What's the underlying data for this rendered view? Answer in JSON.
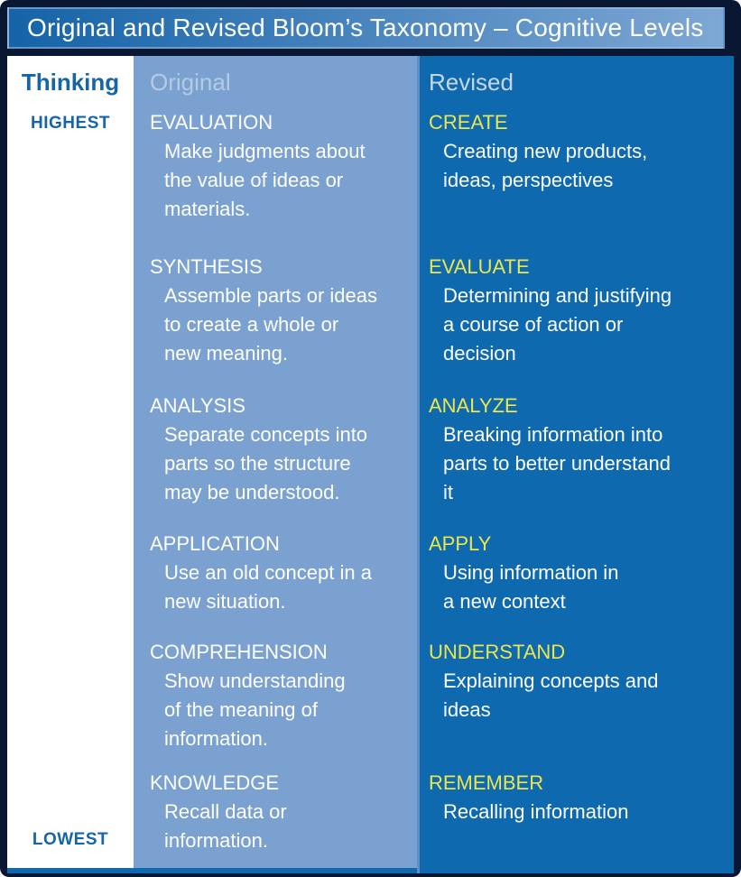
{
  "title": "Original and Revised Bloom’s Taxonomy – Cognitive Levels",
  "thinking": {
    "header": "Thinking",
    "top_label": "HIGHEST",
    "bottom_label": "LOWEST"
  },
  "original": {
    "header": "Original",
    "levels": [
      {
        "name": "EVALUATION",
        "description": "Make judgments about\nthe value of ideas or\nmaterials."
      },
      {
        "name": "SYNTHESIS",
        "description": "Assemble parts or ideas\nto create a whole or\nnew meaning."
      },
      {
        "name": "ANALYSIS",
        "description": "Separate concepts into\nparts so the structure\nmay be understood."
      },
      {
        "name": "APPLICATION",
        "description": "Use an old concept in a\nnew situation."
      },
      {
        "name": "COMPREHENSION",
        "description": "Show understanding\nof the meaning of\ninformation."
      },
      {
        "name": "KNOWLEDGE",
        "description": "Recall data or\ninformation."
      }
    ]
  },
  "revised": {
    "header": "Revised",
    "levels": [
      {
        "name": "CREATE",
        "description": "Creating new products,\nideas, perspectives"
      },
      {
        "name": "EVALUATE",
        "description": "Determining and justifying\na course of action or\ndecision"
      },
      {
        "name": "ANALYZE",
        "description": "Breaking information into\nparts to better understand\nit"
      },
      {
        "name": "APPLY",
        "description": "Using information in\na new context"
      },
      {
        "name": "UNDERSTAND",
        "description": "Explaining concepts and\nideas"
      },
      {
        "name": "REMEMBER",
        "description": "Recalling information"
      }
    ]
  },
  "colors": {
    "border_navy": "#0a1733",
    "header_gradient_left": "#1563a8",
    "header_gradient_right": "#7ea7d4",
    "original_column": "#7ba1d1",
    "revised_column": "#0f69ae",
    "thinking_text": "#1565a8",
    "original_header_text": "#b5cae3",
    "revised_header_text": "#c6d7e9",
    "revised_level_text": "#eae64f",
    "body_text": "#ffffff"
  }
}
